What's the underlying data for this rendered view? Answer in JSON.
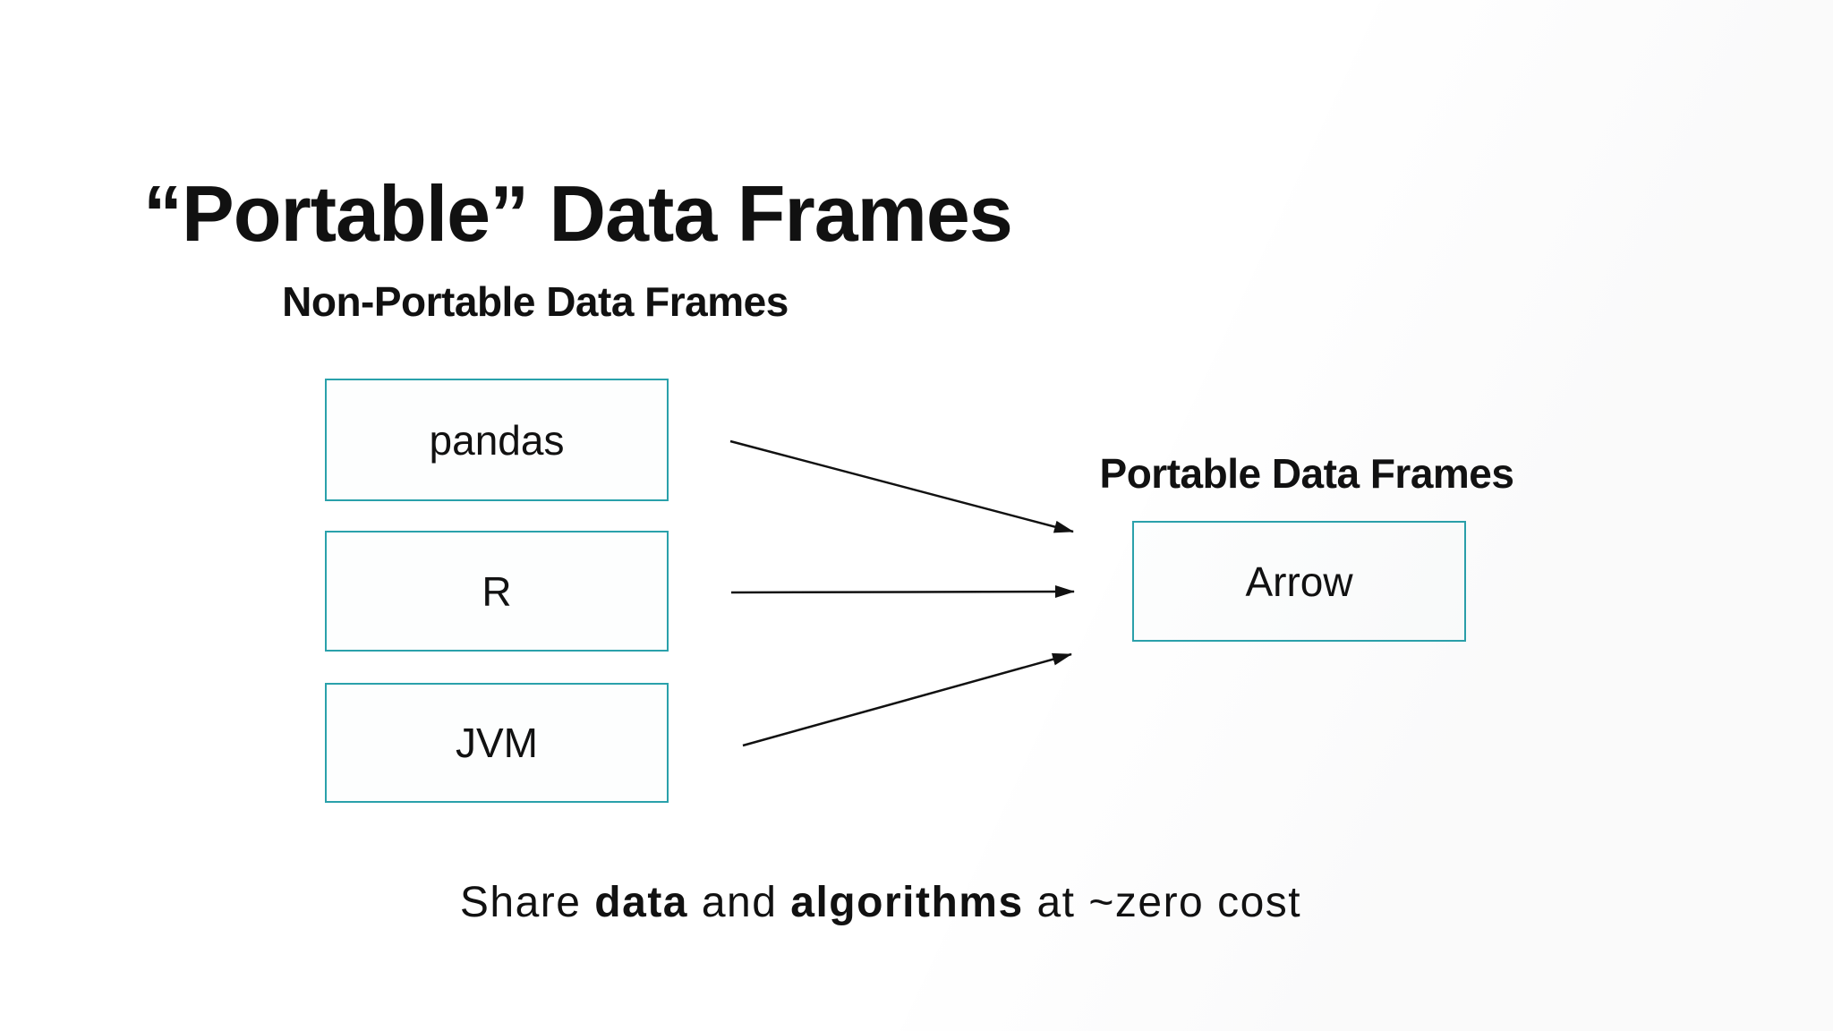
{
  "slide": {
    "title": "“Portable” Data Frames"
  },
  "diagram": {
    "left_group": {
      "label": "Non-Portable Data Frames",
      "items": [
        "pandas",
        "R",
        "JVM"
      ]
    },
    "right_group": {
      "label": "Portable Data Frames",
      "items": [
        "Arrow"
      ]
    },
    "edges": [
      {
        "from": "pandas",
        "to": "Arrow"
      },
      {
        "from": "R",
        "to": "Arrow"
      },
      {
        "from": "JVM",
        "to": "Arrow"
      }
    ]
  },
  "caption": {
    "full_text": "Share data and algorithms at ~zero cost",
    "parts": [
      {
        "text": "Share ",
        "bold": false
      },
      {
        "text": "data",
        "bold": true
      },
      {
        "text": " and ",
        "bold": false
      },
      {
        "text": "algorithms",
        "bold": true
      },
      {
        "text": " at ~zero cost",
        "bold": false
      }
    ]
  },
  "colors": {
    "background": "#ffffff",
    "text": "#111111",
    "box_border": "#2aa1ab",
    "arrow_stroke": "#111111"
  }
}
